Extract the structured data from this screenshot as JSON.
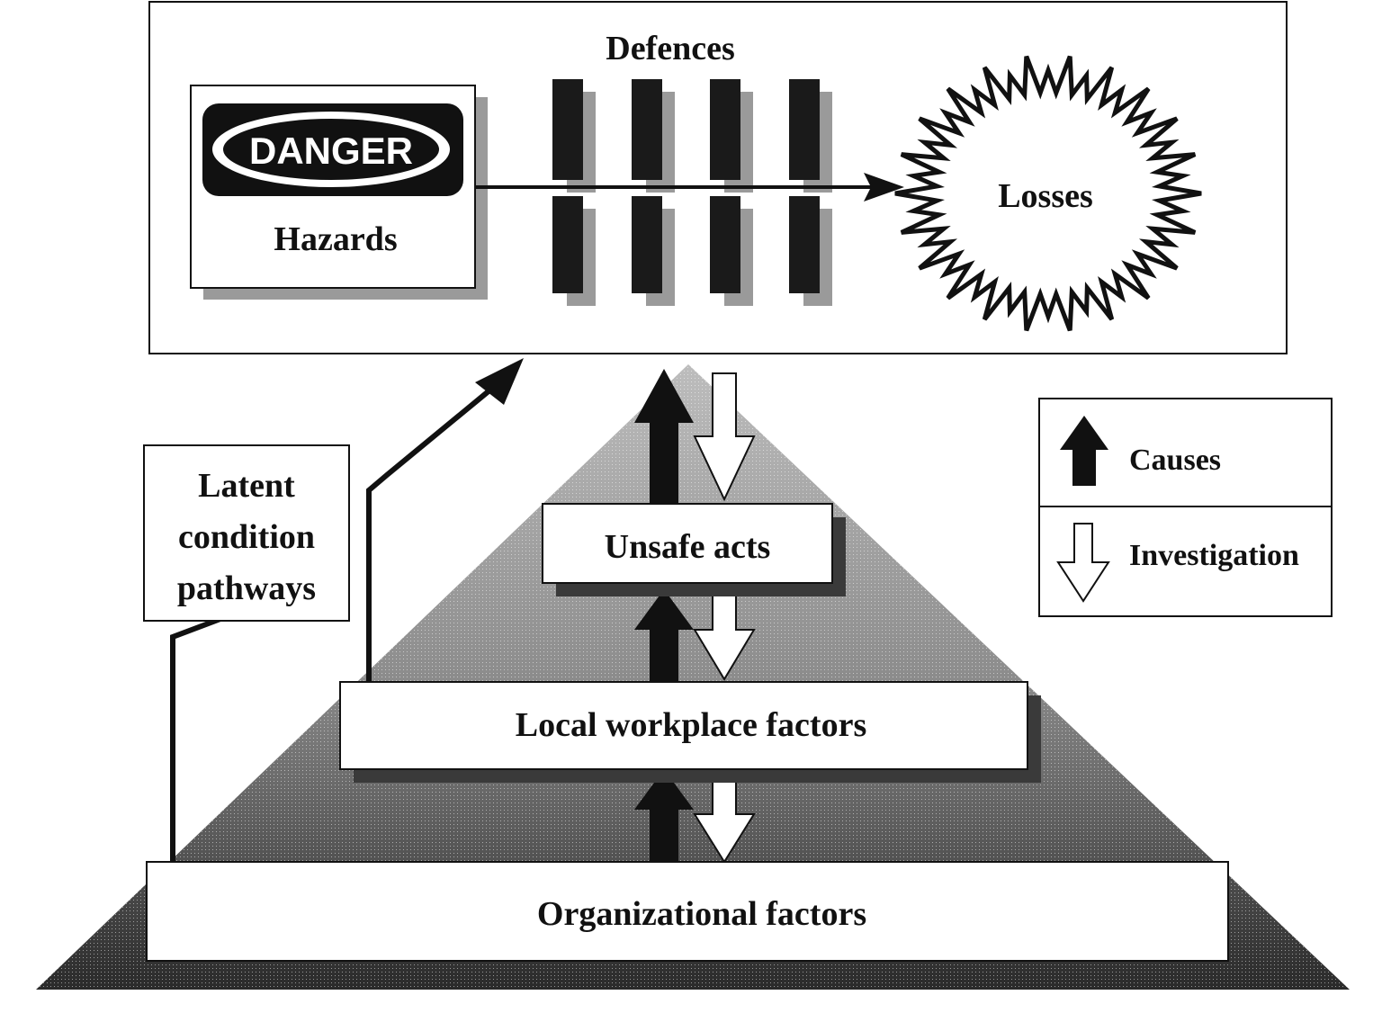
{
  "top_panel": {
    "defences_label": "Defences",
    "danger_sign": "DANGER",
    "hazards_label": "Hazards",
    "losses_label": "Losses"
  },
  "latent_box": {
    "lines": [
      "Latent",
      "condition",
      "pathways"
    ]
  },
  "pyramid": {
    "levels": [
      "Unsafe acts",
      "Local workplace factors",
      "Organizational factors"
    ]
  },
  "legend": {
    "items": [
      {
        "icon": "black-up-arrow-icon",
        "label": "Causes"
      },
      {
        "icon": "white-down-arrow-icon",
        "label": "Investigation"
      }
    ]
  },
  "colors": {
    "ink": "#111111",
    "paper": "#ffffff",
    "shadow": "#8a8a8a"
  }
}
